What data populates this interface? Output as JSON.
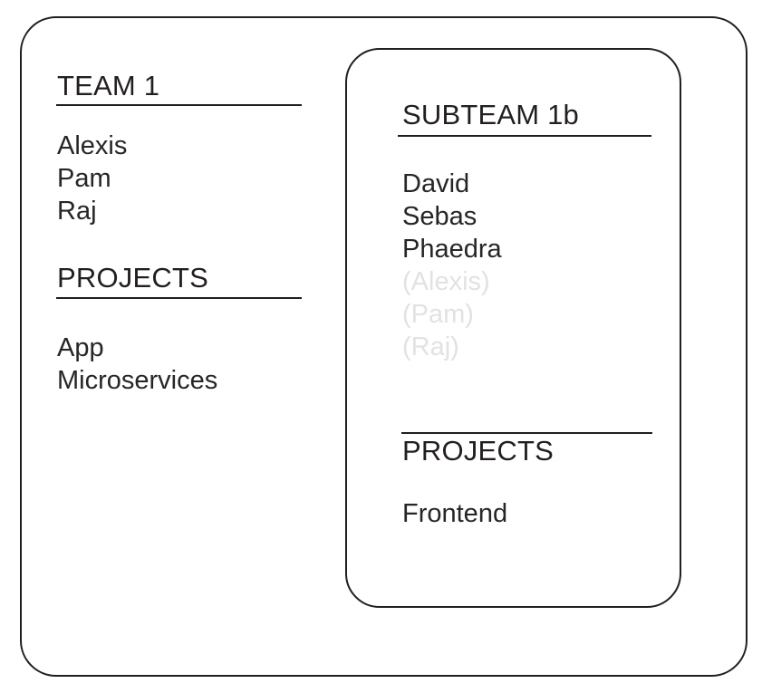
{
  "diagram": {
    "title": "Team 1 and Subteam 1b membership diagram",
    "colors": {
      "stroke": "#1f1f1f",
      "text": "#262626",
      "inherited_text": "#e2e2e2",
      "background": "#ffffff"
    }
  },
  "team": {
    "heading": "TEAM 1",
    "members": [
      {
        "label": "Alexis",
        "inherited": false
      },
      {
        "label": "Pam",
        "inherited": false
      },
      {
        "label": "Raj",
        "inherited": false
      }
    ],
    "projects_heading": "PROJECTS",
    "projects": [
      {
        "label": "App"
      },
      {
        "label": "Microservices"
      }
    ]
  },
  "subteam": {
    "heading": "SUBTEAM 1b",
    "members": [
      {
        "label": "David",
        "inherited": false
      },
      {
        "label": "Sebas",
        "inherited": false
      },
      {
        "label": "Phaedra",
        "inherited": false
      },
      {
        "label": "(Alexis)",
        "inherited": true
      },
      {
        "label": "(Pam)",
        "inherited": true
      },
      {
        "label": "(Raj)",
        "inherited": true
      }
    ],
    "projects_heading": "PROJECTS",
    "projects": [
      {
        "label": "Frontend"
      }
    ]
  }
}
